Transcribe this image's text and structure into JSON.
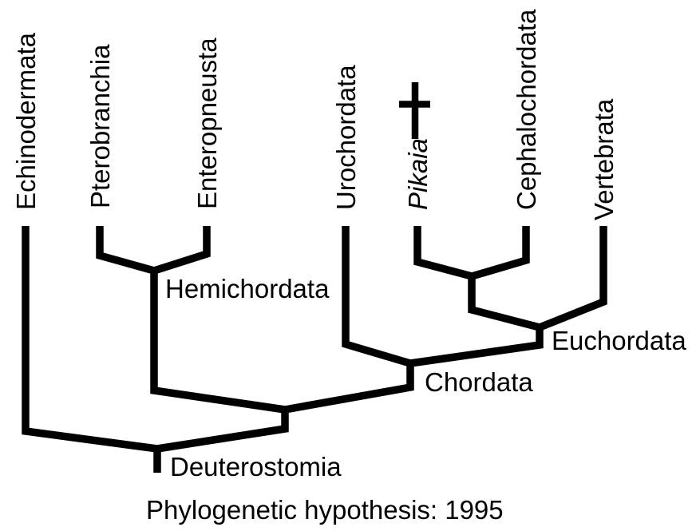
{
  "figure": {
    "caption": "Phylogenetic hypothesis: 1995",
    "tips": [
      {
        "label": "Echinodermata"
      },
      {
        "label": "Pterobranchia"
      },
      {
        "label": "Enteropneusta"
      },
      {
        "label": "Urochordata"
      },
      {
        "label": "Pikaia",
        "italic": true,
        "extinct_marker": "†"
      },
      {
        "label": "Cephalochordata"
      },
      {
        "label": "Vertebrata"
      }
    ],
    "clades": [
      {
        "label": "Hemichordata"
      },
      {
        "label": "Euchordata"
      },
      {
        "label": "Chordata"
      },
      {
        "label": "Deuterostomia"
      }
    ],
    "colors": {
      "line": "#000000",
      "text": "#000000",
      "background": "#ffffff"
    }
  }
}
